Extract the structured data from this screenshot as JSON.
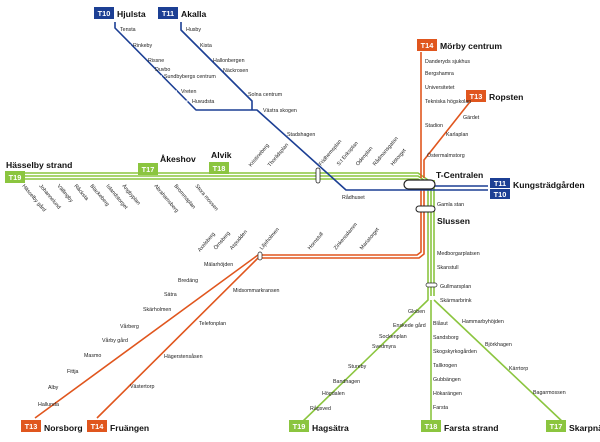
{
  "colors": {
    "blue": "#1c3f94",
    "red": "#e0561e",
    "green": "#8bc53f",
    "dark_green": "#5aab32"
  },
  "badges": {
    "t10": "T10",
    "t11": "T11",
    "t14": "T14",
    "t13": "T13",
    "t19": "T19",
    "t17": "T17",
    "t18": "T18"
  },
  "terminals": {
    "hjulsta": "Hjulsta",
    "akalla": "Akalla",
    "morby_centrum": "Mörby centrum",
    "ropsten": "Ropsten",
    "hasselby_strand": "Hässelby strand",
    "akeshov": "Åkeshov",
    "alvik": "Alvik",
    "t_centralen": "T-Centralen",
    "kungstradgarden": "Kungsträdgården",
    "slussen": "Slussen",
    "norsborg": "Norsborg",
    "fruangen": "Fruängen",
    "hagsatra": "Hagsätra",
    "farsta_strand": "Farsta strand",
    "skarpnack": "Skarpnäck"
  },
  "stations": {
    "tensta": "Tensta",
    "rinkeby": "Rinkeby",
    "rissne": "Rissne",
    "duvbo": "Duvbo",
    "sundbybergs_centrum": "Sundbybergs centrum",
    "vreten": "Vreten",
    "huvudsta": "Huvudsta",
    "husby": "Husby",
    "kista": "Kista",
    "hallonbergen": "Hallonbergen",
    "nackrosen": "Näckrosen",
    "solna_centrum": "Solna centrum",
    "vastra_skogen": "Västra skogen",
    "stadshagen": "Stadshagen",
    "fridhemsplan": "Fridhemsplan",
    "st_eriksplan": "S:t Eriksplan",
    "odenplan": "Odenplan",
    "radmansgatan": "Rådmansgatan",
    "hotorget": "Hötorget",
    "radhuset": "Rådhuset",
    "kristineberg": "Kristineberg",
    "thorildsplan": "Thorildsplan",
    "hasselby_gard": "Hässelby gård",
    "johannelund": "Johannelund",
    "vallingby": "Vällingby",
    "racksta": "Råcksta",
    "blackeberg": "Blackeberg",
    "islandstorget": "Islandstorget",
    "angbyplan": "Ängbyplan",
    "abrahamsberg": "Abrahamsberg",
    "brommaplan": "Brommaplan",
    "stora_mossen": "Stora mossen",
    "danderyds_sjukhus": "Danderyds sjukhus",
    "bergshamra": "Bergshamra",
    "universitetet": "Universitetet",
    "tekniska_hogskolan": "Tekniska högskolan",
    "stadion": "Stadion",
    "ostermalmstorg": "Östermalmstorg",
    "gardet": "Gärdet",
    "karlaplan": "Karlaplan",
    "gamla_stan": "Gamla stan",
    "hornstull": "Hornstull",
    "zinkensdamm": "Zinkensdamm",
    "mariatorget": "Mariatorget",
    "liljeholmen": "Liljeholmen",
    "aspudden": "Aspudden",
    "ornsberg": "Örnsberg",
    "axelsberg": "Axelsberg",
    "malarhojden": "Mälarhöjden",
    "bredang": "Bredäng",
    "satra": "Sätra",
    "skarholmen": "Skärholmen",
    "varberg": "Vårberg",
    "varby_gard": "Vårby gård",
    "masmo": "Masmo",
    "fittja": "Fittja",
    "alby": "Alby",
    "hallunda": "Hallunda",
    "midsommarkransen": "Midsommarkransen",
    "telefonplan": "Telefonplan",
    "hagerstensasen": "Hägerstensåsen",
    "vastertorp": "Västertorp",
    "medborgarplatsen": "Medborgarplatsen",
    "skanstull": "Skanstull",
    "gullmarsplan": "Gullmarsplan",
    "skarmarbrink": "Skärmarbrink",
    "globen": "Globen",
    "enskede_gard": "Enskede gård",
    "sockenplan": "Sockenplan",
    "svedmyra": "Svedmyra",
    "stureby": "Stureby",
    "bandhagen": "Bandhagen",
    "hogdalen": "Högdalen",
    "ragsved": "Rågsved",
    "blasut": "Blåsut",
    "sandsborg": "Sandsborg",
    "skogskyrkogarden": "Skogskyrkogården",
    "tallkrogen": "Tallkrogen",
    "gubbangen": "Gubbängen",
    "hokarangen": "Hökarängen",
    "farsta": "Farsta",
    "hammarbyhojden": "Hammarbyhöjden",
    "bjorkhagen": "Björkhagen",
    "karrtorp": "Kärrtorp",
    "bagarmossen": "Bagarmossen"
  }
}
